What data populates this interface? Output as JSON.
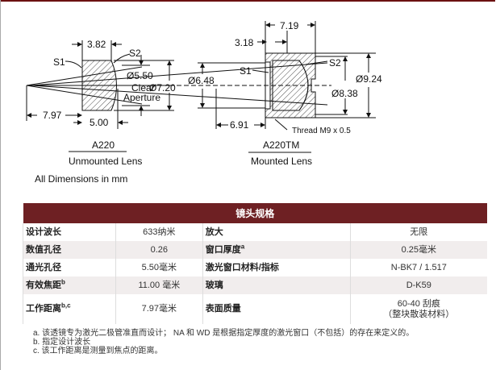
{
  "drawing": {
    "unmounted": {
      "d_thick": "3.82",
      "s1": "S1",
      "s2": "S2",
      "clear_ap_dia": "Ø5.50",
      "clear": "Clear",
      "aperture": "Aperture",
      "outer_dia": "Ø7.20",
      "wd": "7.97",
      "thickness": "5.00",
      "part": "A220",
      "caption": "Unmounted Lens"
    },
    "mounted": {
      "length": "7.19",
      "offset": "3.18",
      "s1": "S1",
      "s2": "S2",
      "beam_dia": "Ø6.48",
      "inner_dia": "Ø8.38",
      "outer_dia": "Ø9.24",
      "wd": "6.91",
      "thread": "Thread M9 x 0.5",
      "part": "A220TM",
      "caption": "Mounted Lens"
    },
    "note": "All Dimensions in mm"
  },
  "table": {
    "title": "镜头规格",
    "rows": [
      {
        "k1": "设计波长",
        "s1": "",
        "v1": "633纳米",
        "k2": "放大",
        "s2": "",
        "v2": "无限"
      },
      {
        "k1": "数值孔径",
        "s1": "",
        "v1": "0.26",
        "k2": "窗口厚度",
        "s2": "a",
        "v2": "0.25毫米"
      },
      {
        "k1": "通光孔径",
        "s1": "",
        "v1": "5.50毫米",
        "k2": "激光窗口材料/指标",
        "s2": "",
        "v2": "N-BK7 / 1.517"
      },
      {
        "k1": "有效焦距",
        "s1": "b",
        "v1": "11.00 毫米",
        "k2": "玻璃",
        "s2": "",
        "v2": "D-K59"
      },
      {
        "k1": "工作距离",
        "s1": "b,c",
        "v1": "7.97毫米",
        "k2": "表面质量",
        "s2": "",
        "v2": "60-40 刮痕",
        "v2b": "（整块散装材料）"
      }
    ]
  },
  "footnotes": [
    "a. 该透镜专为激光二极管准直而设计； NA 和 WD 是根据指定厚度的激光窗口（不包括）的存在来定义的。",
    "b. 指定设计波长",
    "c. 该工作距离是测量到焦点的距离。"
  ]
}
